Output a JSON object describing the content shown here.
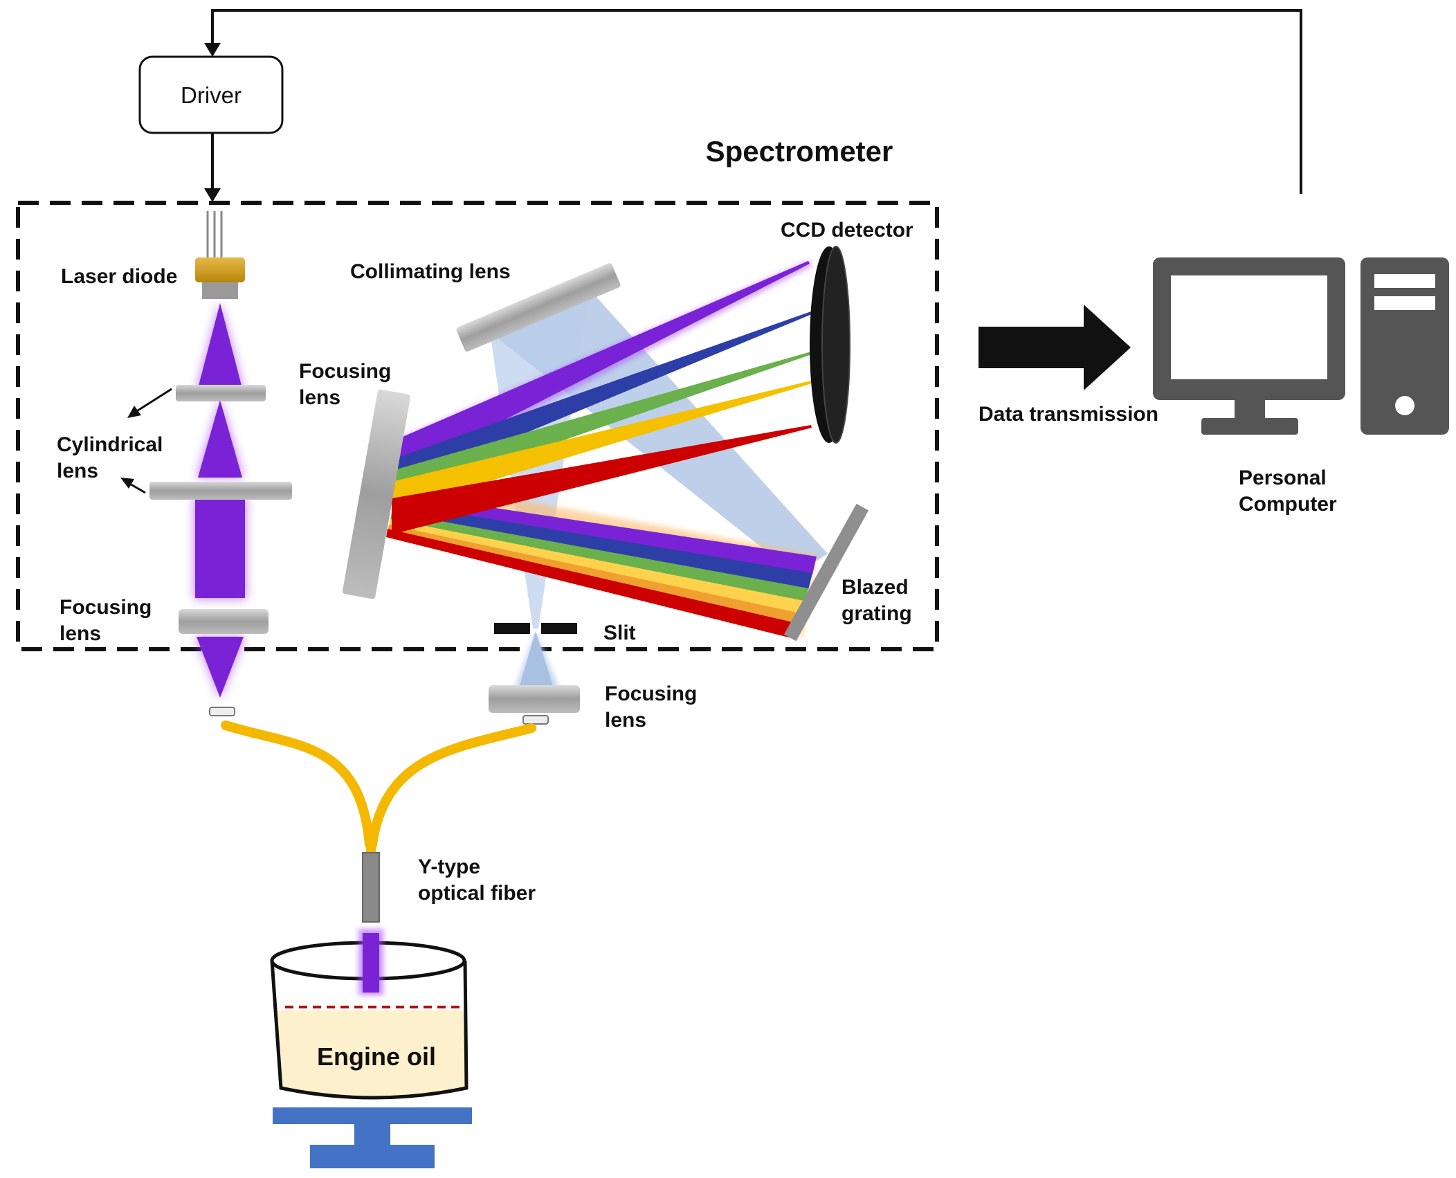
{
  "title": "Spectrometer",
  "driver_label": "Driver",
  "labels": {
    "laser_diode": "Laser diode",
    "cylindrical_lens_1": "Cylindrical",
    "cylindrical_lens_2": "lens",
    "focusing_lens_left_1": "Focusing",
    "focusing_lens_left_2": "lens",
    "collimating_lens": "Collimating lens",
    "focusing_lens_mid_1": "Focusing",
    "focusing_lens_mid_2": "lens",
    "ccd_detector": "CCD detector",
    "blazed_grating_1": "Blazed",
    "blazed_grating_2": "grating",
    "slit": "Slit",
    "focusing_lens_bottom_1": "Focusing",
    "focusing_lens_bottom_2": "lens",
    "fiber_1": "Y-type",
    "fiber_2": "optical fiber",
    "engine_oil": "Engine oil",
    "data_transmission": "Data transmission",
    "pc_1": "Personal",
    "pc_2": "Computer"
  },
  "colors": {
    "laser": "#7a22d6",
    "fiber": "#f5b800",
    "stand": "#4472c4",
    "computer": "#555555",
    "oil": "#fdf0cc",
    "oil_line": "#b01010",
    "spectrum": [
      "#7a22d6",
      "#2d3fa6",
      "#6ab04c",
      "#f5c000",
      "#cc0000"
    ]
  }
}
